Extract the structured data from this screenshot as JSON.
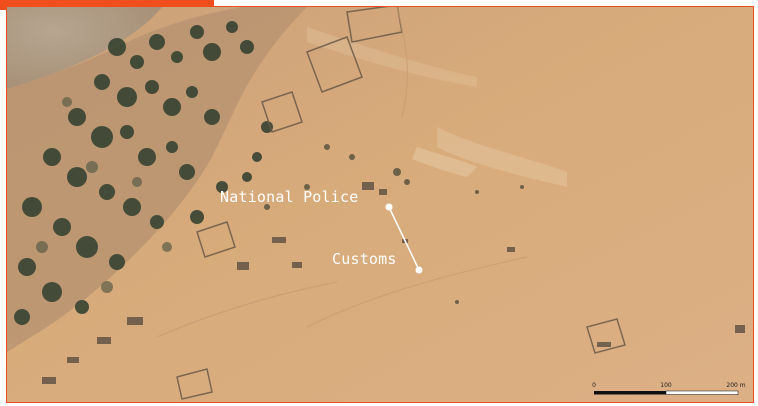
{
  "map": {
    "annotations": [
      {
        "id": "national-police",
        "label": "National Police"
      },
      {
        "id": "customs",
        "label": "Customs"
      }
    ],
    "scale_bar": {
      "ticks": [
        "0",
        "100",
        "200 m"
      ],
      "colors": {
        "dark": "#111111",
        "light": "#ffffff"
      }
    },
    "colors": {
      "accent": "#f04e1c",
      "sand": "#d3a676",
      "sand_light": "#dfb78c",
      "vegetation": "#3f4a33",
      "water": "#b09c86"
    }
  }
}
